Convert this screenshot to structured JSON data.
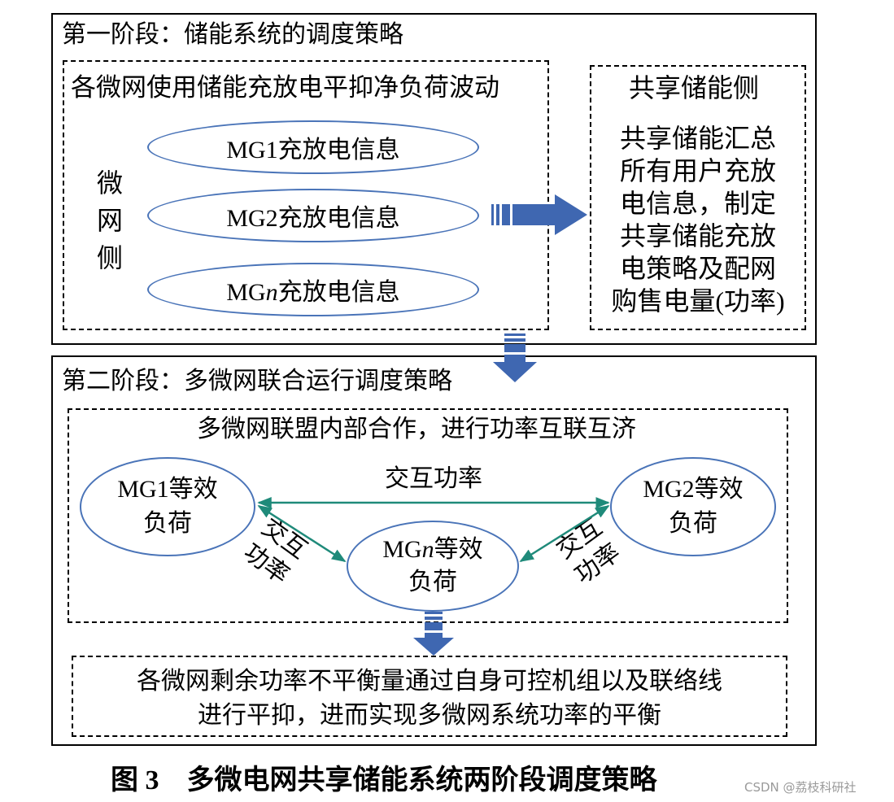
{
  "stage1": {
    "title": "第一阶段：储能系统的调度策略",
    "microgrid_box": {
      "title": "各微网使用储能充放电平抑净负荷波动",
      "side_label": [
        "微",
        "网",
        "侧"
      ],
      "ellipses": [
        "MG1充放电信息",
        "MG2充放电信息",
        "MGn充放电信息"
      ]
    },
    "shared_box": {
      "title": "共享储能侧",
      "lines": [
        "共享储能汇总",
        "所有用户充放",
        "电信息，制定",
        "共享储能充放",
        "电策略及配网",
        "购售电量(功率)"
      ]
    }
  },
  "stage2": {
    "title": "第二阶段：多微网联合运行调度策略",
    "alliance_box": {
      "title": "多微网联盟内部合作，进行功率互联互济",
      "mg1": [
        "MG1等效",
        "负荷"
      ],
      "mg2": [
        "MG2等效",
        "负荷"
      ],
      "mgn": [
        "MGn等效",
        "负荷"
      ],
      "top_link": "交互功率",
      "left_link": [
        "交互",
        "功率"
      ],
      "right_link": [
        "交互",
        "功率"
      ]
    },
    "balance_box": {
      "lines": [
        "各微网剩余功率不平衡量通过自身可控机组以及联络线",
        "进行平抑，进而实现多微网系统功率的平衡"
      ]
    }
  },
  "caption": {
    "figure": "图 3",
    "text": "多微电网共享储能系统两阶段调度策略"
  },
  "watermark": "CSDN @荔枝科研社",
  "colors": {
    "ellipse_border": "#4a74b8",
    "arrow_fill": "#3f67b1",
    "link_line": "#1f8a7a"
  }
}
